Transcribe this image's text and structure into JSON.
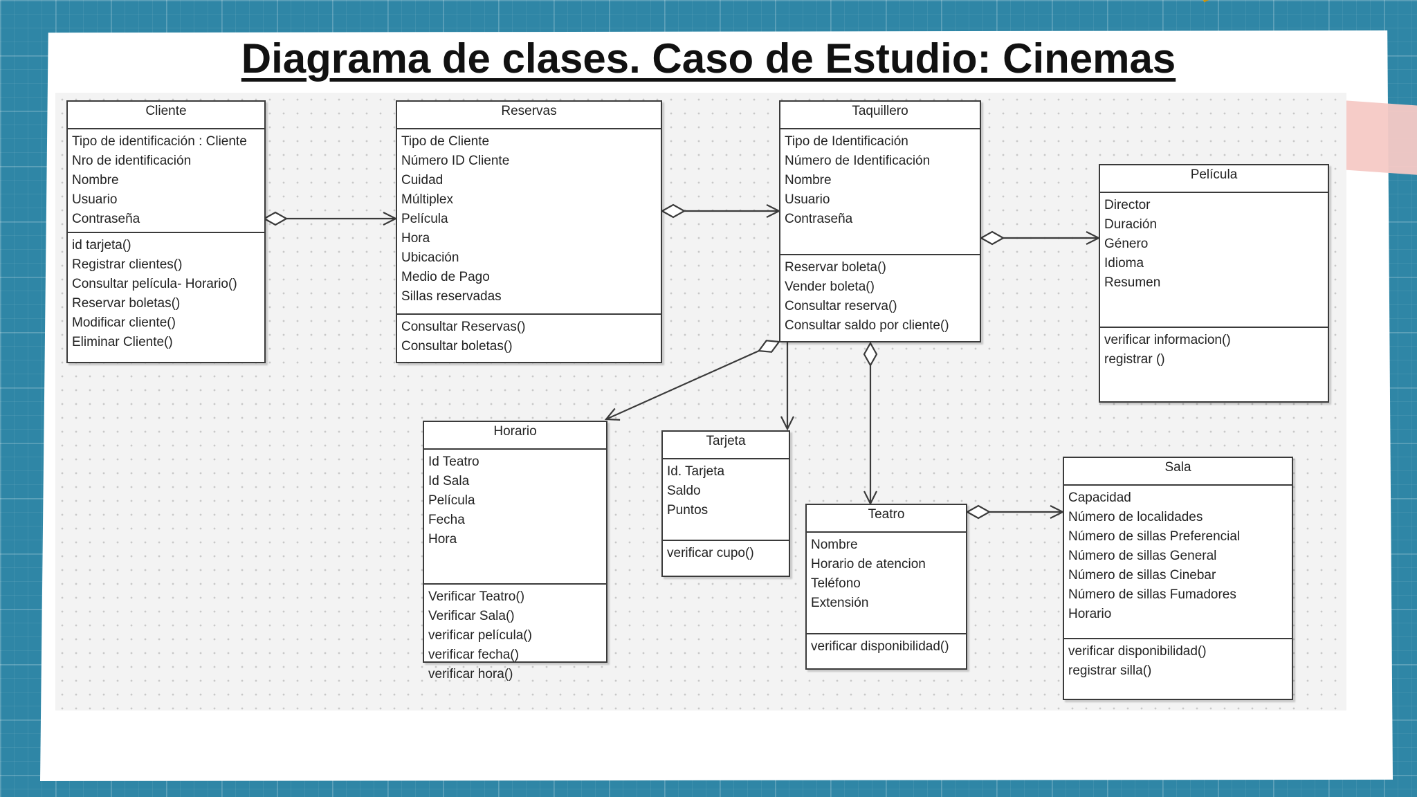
{
  "slide": {
    "title": "Diagrama de clases. Caso de Estudio: Cinemas"
  },
  "colors": {
    "background": "#2f86a6",
    "paper": "#ffffff",
    "diagram_canvas": "#f3f3f3",
    "lines": "#3a3a3a"
  },
  "classes": {
    "cliente": {
      "name": "Cliente",
      "attributes": [
        "Tipo de identificación : Cliente",
        "Nro de identificación",
        "Nombre",
        "Usuario",
        "Contraseña"
      ],
      "methods": [
        "id tarjeta()",
        "Registrar clientes()",
        "Consultar película- Horario()",
        "Reservar boletas()",
        "Modificar cliente()",
        "Eliminar Cliente()"
      ]
    },
    "reservas": {
      "name": "Reservas",
      "attributes": [
        "Tipo de Cliente",
        "Número ID Cliente",
        "Cuidad",
        "Múltiplex",
        "Película",
        "Hora",
        "Ubicación",
        "Medio de Pago",
        "Sillas reservadas"
      ],
      "methods": [
        "Consultar Reservas()",
        "Consultar boletas()"
      ]
    },
    "taquillero": {
      "name": "Taquillero",
      "attributes": [
        "Tipo de Identificación",
        "Número de Identificación",
        "Nombre",
        "Usuario",
        "Contraseña"
      ],
      "methods": [
        "Reservar boleta()",
        "Vender boleta()",
        "Consultar reserva()",
        "Consultar saldo por cliente()"
      ]
    },
    "pelicula": {
      "name": "Película",
      "attributes": [
        "Director",
        "Duración",
        "Género",
        "Idioma",
        "Resumen"
      ],
      "methods": [
        "verificar informacion()",
        "registrar ()"
      ]
    },
    "horario": {
      "name": "Horario",
      "attributes": [
        "Id Teatro",
        "Id Sala",
        "Película",
        "Fecha",
        "Hora"
      ],
      "methods": [
        "Verificar Teatro()",
        "Verificar Sala()",
        "verificar película()",
        "verificar fecha()",
        "verificar hora()"
      ]
    },
    "tarjeta": {
      "name": "Tarjeta",
      "attributes": [
        "Id. Tarjeta",
        "Saldo",
        "Puntos"
      ],
      "methods": [
        "verificar cupo()"
      ]
    },
    "teatro": {
      "name": "Teatro",
      "attributes": [
        "Nombre",
        "Horario de atencion",
        "Teléfono",
        "Extensión"
      ],
      "methods": [
        "verificar disponibilidad()"
      ]
    },
    "sala": {
      "name": "Sala",
      "attributes": [
        "Capacidad",
        "Número de localidades",
        "Número de sillas Preferencial",
        "Número de sillas General",
        "Número de sillas Cinebar",
        "Número de sillas Fumadores",
        "Horario"
      ],
      "methods": [
        "verificar disponibilidad()",
        "registrar silla()"
      ]
    }
  },
  "relationships": [
    {
      "from": "Cliente",
      "to": "Reservas",
      "kind": "aggregation"
    },
    {
      "from": "Reservas",
      "to": "Taquillero",
      "kind": "aggregation"
    },
    {
      "from": "Taquillero",
      "to": "Película",
      "kind": "aggregation"
    },
    {
      "from": "Taquillero",
      "to": "Horario",
      "kind": "aggregation"
    },
    {
      "from": "Taquillero",
      "to": "Tarjeta",
      "kind": "association"
    },
    {
      "from": "Taquillero",
      "to": "Teatro",
      "kind": "aggregation"
    },
    {
      "from": "Teatro",
      "to": "Sala",
      "kind": "aggregation"
    }
  ]
}
